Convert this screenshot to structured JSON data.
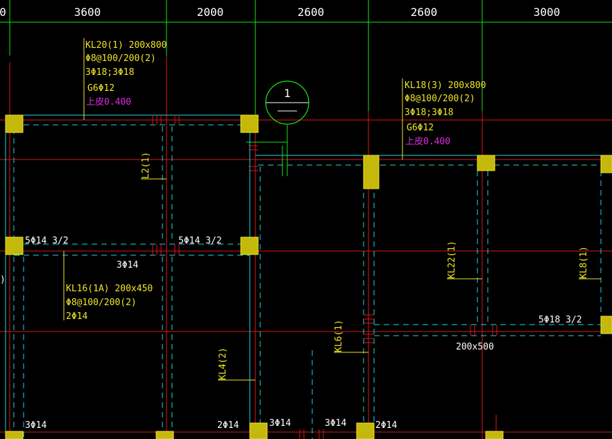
{
  "colors": {
    "background": "#000000",
    "axis_line": "#e0161b",
    "dim_line": "#19e619",
    "beam_edge": "#17d7e6",
    "column_fill": "#c4b80a",
    "column_edge": "#f2e62a",
    "text_yellow": "#f0e62a",
    "text_white": "#ffffff",
    "text_magenta": "#e02be0",
    "rebar_mark": "#e0161b"
  },
  "dimensions": [
    "0",
    "3600",
    "2000",
    "2600",
    "2600",
    "3000"
  ],
  "section_mark": {
    "number": "1"
  },
  "beams": {
    "kl20": [
      "KL20(1) 200x800",
      "Φ8@100/200(2)",
      "3Φ18;3Φ18",
      "G6Φ12",
      "上皮0.400"
    ],
    "kl18": [
      "KL18(3) 200x800",
      "Φ8@100/200(2)",
      "3Φ18;3Φ18",
      "G6Φ12",
      "上皮0.400"
    ],
    "kl16": [
      "KL16(1A) 200x450",
      "Φ8@100/200(2)",
      "2Φ14"
    ],
    "l2": "L2(1)",
    "kl22": "KL22(1)",
    "kl8": "KL8(1)",
    "kl6": "KL6(1)",
    "kl4": "KL4(2)"
  },
  "rebar_labels": {
    "left_mid": "5Φ14 3/2",
    "center_mid": "5Φ14 3/2",
    "bottom_mid": "3Φ14",
    "right_mid": "5Φ18 3/2",
    "section_size": "200x500",
    "bottom_1": "3Φ14",
    "bottom_2": "2Φ14",
    "bottom_3": "3Φ14",
    "bottom_4": "3Φ14",
    "bottom_5": "2Φ14"
  },
  "edge_glyph": ")"
}
